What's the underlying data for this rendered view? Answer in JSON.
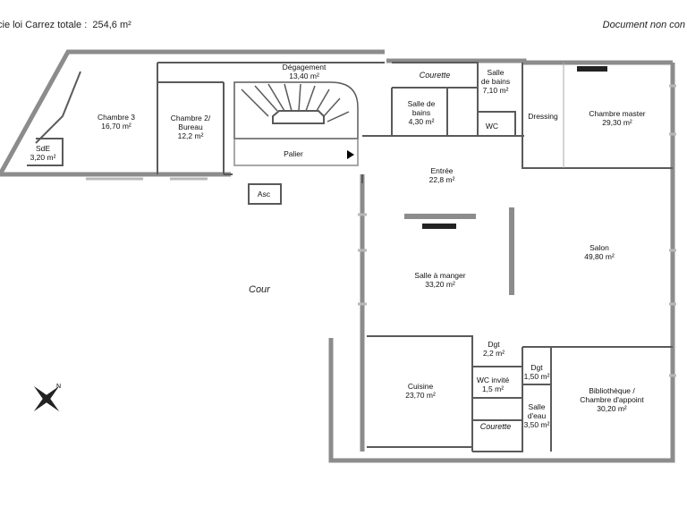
{
  "header": {
    "surface_label": "cie loi Carrez totale :",
    "surface_value": "254,6 m²",
    "disclaimer": "Document non con"
  },
  "rooms": {
    "degagement": {
      "name": "Dégagement",
      "area": "13,40 m²"
    },
    "courette_top": {
      "name": "Courette"
    },
    "salle_bains_top": {
      "name_line1": "Salle",
      "name_line2": "de bains",
      "area": "7,10 m²"
    },
    "chambre3": {
      "name": "Chambre 3",
      "area": "16,70 m²"
    },
    "chambre2": {
      "name_line1": "Chambre 2/",
      "name_line2": "Bureau",
      "area": "12,2 m²"
    },
    "salle_bains_small": {
      "name_line1": "Salle de",
      "name_line2": "bains",
      "area": "4,30 m²"
    },
    "wc": {
      "name": "WC"
    },
    "dressing": {
      "name": "Dressing"
    },
    "chambre_master": {
      "name": "Chambre master",
      "area": "29,30 m²"
    },
    "sde": {
      "name": "SdE",
      "area": "3,20 m²"
    },
    "palier": {
      "name": "Palier"
    },
    "asc": {
      "name": "Asc"
    },
    "entree": {
      "name": "Entrée",
      "area": "22,8 m²"
    },
    "salon": {
      "name": "Salon",
      "area": "49,80 m²"
    },
    "salle_manger": {
      "name": "Salle à manger",
      "area": "33,20 m²"
    },
    "cour": {
      "name": "Cour"
    },
    "dgt1": {
      "name": "Dgt",
      "area": "2,2 m²"
    },
    "dgt2": {
      "name": "Dgt",
      "area": "1,50 m²"
    },
    "cuisine": {
      "name": "Cuisine",
      "area": "23,70 m²"
    },
    "wc_invite": {
      "name": "WC invité",
      "area": "1,5 m²"
    },
    "salle_eau": {
      "name_line1": "Salle",
      "name_line2": "d'eau",
      "area": "3,50 m²"
    },
    "bibliotheque": {
      "name_line1": "Bibliothèque /",
      "name_line2": "Chambre d'appoint",
      "area": "30,20 m²"
    },
    "courette_bottom": {
      "name": "Courette"
    }
  },
  "compass": {
    "north_letter": "N",
    "icon": "compass-rose-icon"
  },
  "colors": {
    "wall": "#8c8c8c",
    "wall_dark": "#5a5a5a",
    "window": "#b8b8b8"
  }
}
